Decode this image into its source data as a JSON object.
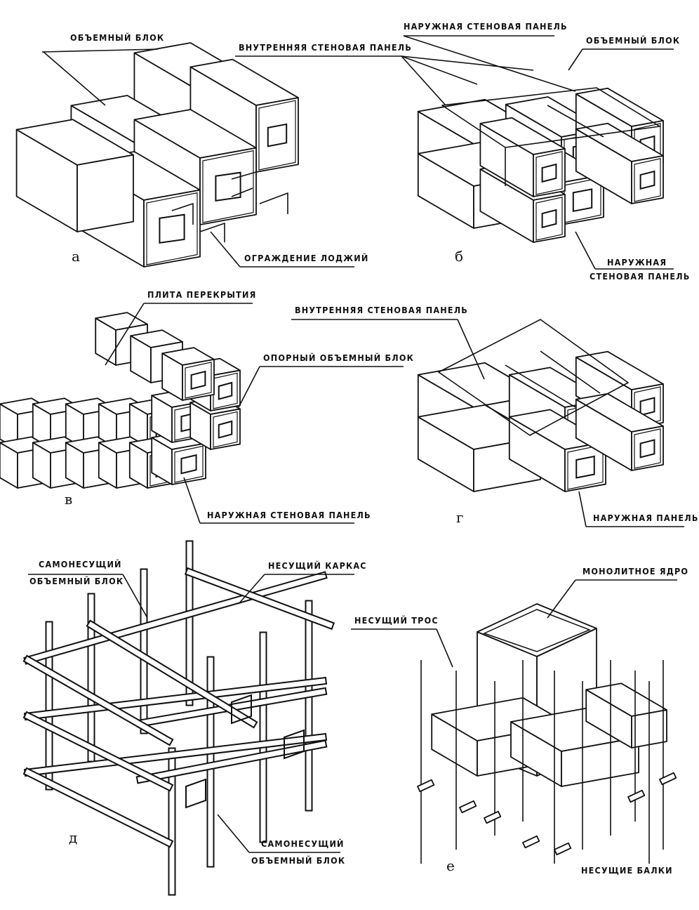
{
  "figures": [
    {
      "id": "a",
      "letter": "а",
      "labels": [
        "ОБЪЕМНЫЙ БЛОК",
        "ОГРАЖДЕНИЕ ЛОДЖИЙ"
      ]
    },
    {
      "id": "b",
      "letter": "б",
      "labels": [
        "НАРУЖНАЯ СТЕНОВАЯ ПАНЕЛЬ",
        "ВНУТРЕННЯЯ СТЕНОВАЯ ПАНЕЛЬ",
        "ОБЪЕМНЫЙ БЛОК",
        "НАРУЖНАЯ",
        "СТЕНОВАЯ ПАНЕЛЬ"
      ]
    },
    {
      "id": "v",
      "letter": "в",
      "labels": [
        "ПЛИТА ПЕРЕКРЫТИЯ",
        "ОПОРНЫЙ ОБЪЕМНЫЙ БЛОК",
        "НАРУЖНАЯ СТЕНОВАЯ ПАНЕЛЬ"
      ]
    },
    {
      "id": "g",
      "letter": "г",
      "labels": [
        "ВНУТРЕННЯЯ СТЕНОВАЯ ПАНЕЛЬ",
        "НАРУЖНАЯ ПАНЕЛЬ"
      ]
    },
    {
      "id": "d",
      "letter": "д",
      "labels": [
        "САМОНЕСУЩИЙ",
        "ОБЪЕМНЫЙ БЛОК",
        "НЕСУЩИЙ КАРКАС",
        "САМОНЕСУЩИЙ",
        "ОБЪЕМНЫЙ БЛОК"
      ]
    },
    {
      "id": "e",
      "letter": "е",
      "labels": [
        "МОНОЛИТНОЕ ЯДРО",
        "НЕСУЩИЙ ТРОС",
        "НЕСУЩИЕ БАЛКИ"
      ]
    }
  ]
}
